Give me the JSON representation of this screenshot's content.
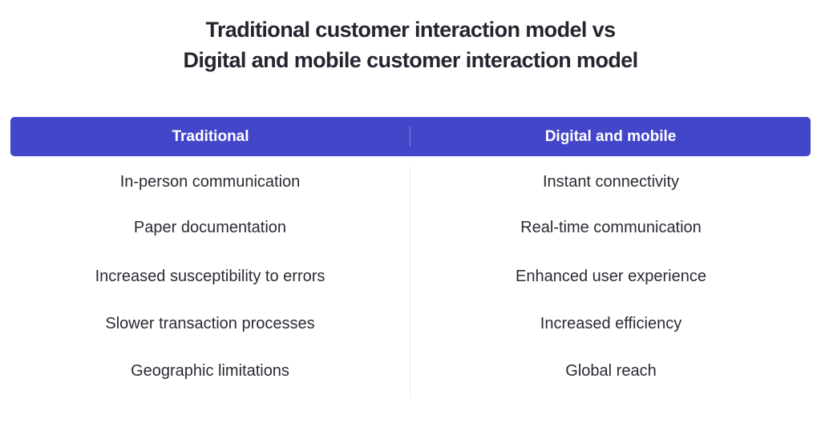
{
  "title": {
    "line1": "Traditional customer interaction model vs",
    "line2": "Digital and mobile customer interaction model"
  },
  "colors": {
    "header_bg": "#4446c9",
    "header_text": "#ffffff",
    "body_text": "#2a2b33",
    "divider": "#ececec"
  },
  "table": {
    "columns": [
      {
        "header": "Traditional",
        "rows": [
          "In-person communication",
          "Paper documentation",
          "Increased susceptibility to errors",
          "Slower transaction processes",
          "Geographic limitations"
        ]
      },
      {
        "header": "Digital and mobile",
        "rows": [
          "Instant connectivity",
          "Real-time communication",
          "Enhanced user experience",
          "Increased efficiency",
          "Global reach"
        ]
      }
    ]
  }
}
